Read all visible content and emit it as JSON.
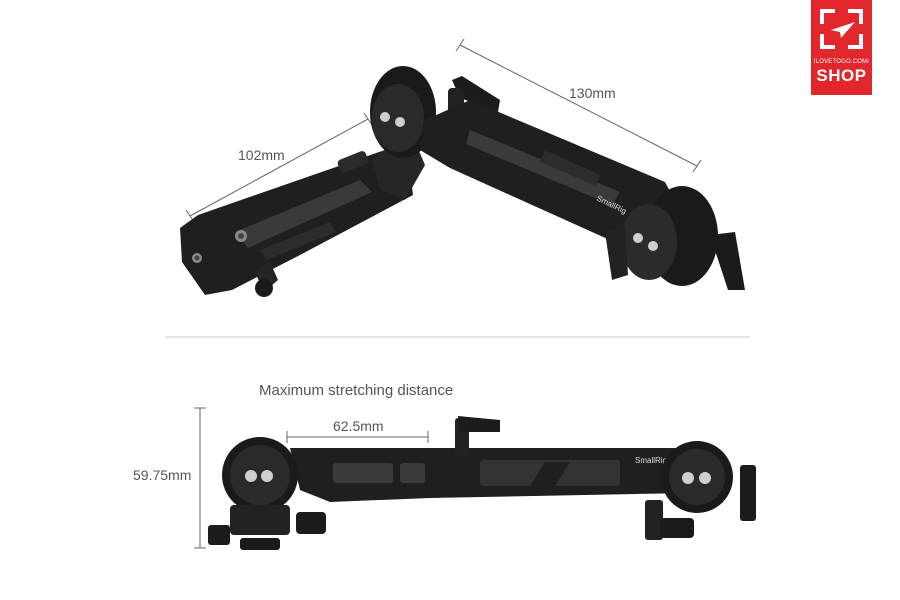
{
  "top_view": {
    "dim_left": "102mm",
    "dim_right": "130mm",
    "brand_mark": "SmallRig"
  },
  "bottom_view": {
    "caption": "Maximum stretching distance",
    "dim_horizontal": "62.5mm",
    "dim_vertical": "59.75mm",
    "brand_mark": "SmallRig"
  },
  "logo": {
    "url_text": "ILOVETOGO.COM/",
    "shop_text": "SHOP"
  },
  "colors": {
    "logo_red": "#e1262c",
    "product_black": "#1c1c1c",
    "label_gray": "#555555",
    "divider": "#cccccc"
  }
}
